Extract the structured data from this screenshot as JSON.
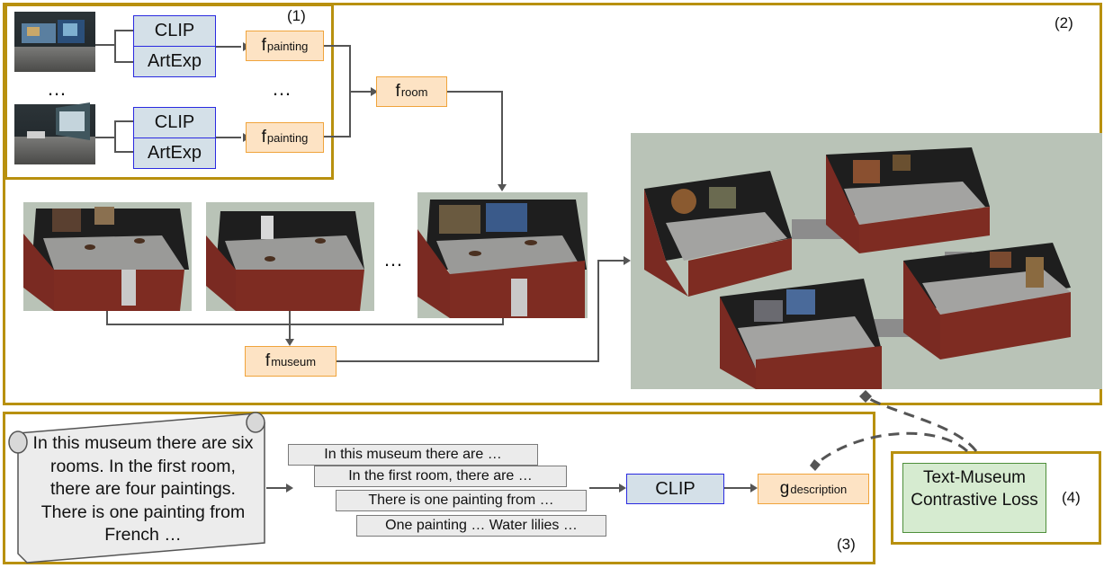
{
  "panels": {
    "p1": "(1)",
    "p2": "(2)",
    "p3": "(3)",
    "p4": "(4)"
  },
  "encoders": {
    "clip": "CLIP",
    "artexp": "ArtExp"
  },
  "features": {
    "f": "f",
    "g": "g",
    "painting_sub": "painting",
    "room_sub": "room",
    "museum_sub": "museum",
    "description_sub": "description"
  },
  "ellipsis": "…",
  "ellipsis_wide": "…",
  "description_text": "In this museum there are six rooms. In the first room, there are four paintings. There is one painting from French …",
  "sentences": [
    "In this museum there are …",
    "In the first room, there are …",
    "There is one painting from …",
    "One painting … Water lilies …"
  ],
  "loss_label": "Text-Museum Contrastive Loss",
  "colors": {
    "panel_border": "#b8900e",
    "clip_fill": "#d4e0e8",
    "clip_border": "#2a2ae0",
    "feature_fill": "#fde3c4",
    "feature_border": "#f0a43c",
    "loss_fill": "#d6ebd0",
    "loss_border": "#4e8f3a",
    "wall_red": "#7a2a22",
    "floor_gray": "#a6a6a6",
    "background_sage": "#b9c3b7"
  }
}
